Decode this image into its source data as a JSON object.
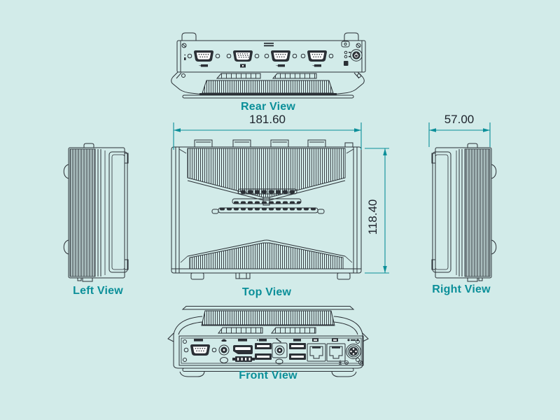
{
  "document": {
    "type": "mechanical dimensional drawing, five orthographic views of a fanless embedded box computer"
  },
  "colors": {
    "background": "#d2ebe9",
    "accent_teal": "#0b8f99",
    "line_ink": "#2b3036",
    "dimension_text": "#1d222b"
  },
  "views": {
    "rear": {
      "label": "Rear View"
    },
    "left": {
      "label": "Left View"
    },
    "top": {
      "label": "Top View"
    },
    "right": {
      "label": "Right View"
    },
    "front": {
      "label": "Front View"
    }
  },
  "dimensions": {
    "top_width": "181.60",
    "top_depth": "118.40",
    "side_width": "57.00"
  },
  "drawing_features": {
    "rear_ports": [
      "antenna-hole",
      "db9-serial",
      "vga",
      "db9-serial",
      "db9-serial",
      "status-leds",
      "power-button"
    ],
    "front_ports": [
      "db9-serial",
      "audio-jack",
      "displayport",
      "dip-switch",
      "usb-pair",
      "mic-jack",
      "usb-pair",
      "lan-rj45",
      "lan-rj45",
      "power-din",
      "grounding-screw"
    ]
  }
}
